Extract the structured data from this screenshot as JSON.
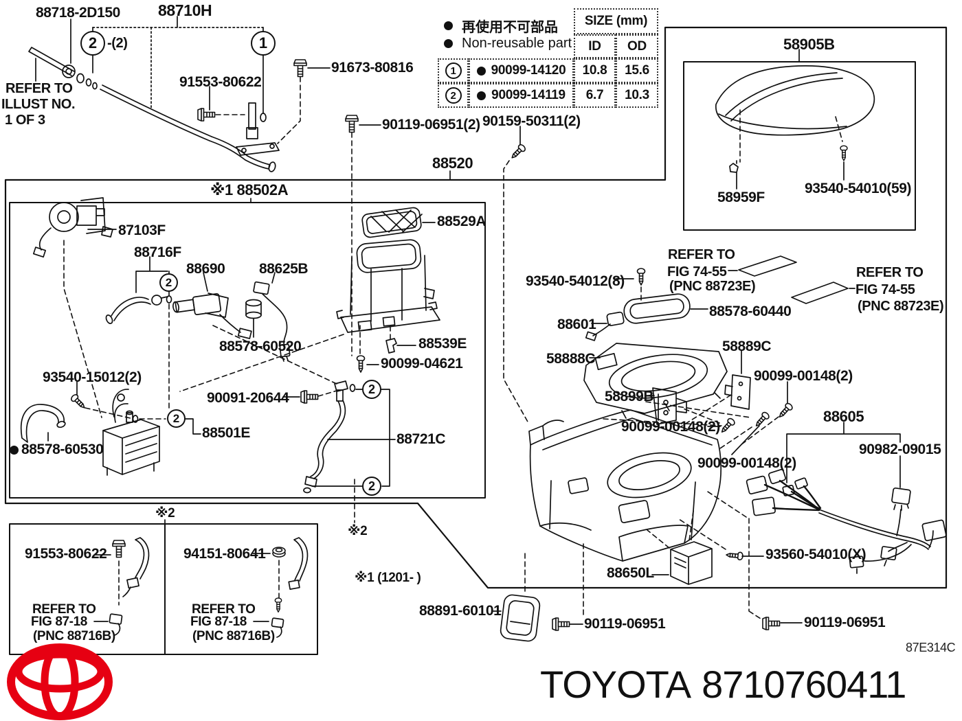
{
  "diagram": {
    "footer_brand": "TOYOTA",
    "footer_number": "8710760411",
    "code": "87E314C"
  },
  "legend": {
    "jp": "再使用不可部品",
    "en": "Non-reusable part"
  },
  "icons": {
    "non_reusable_bullet": "●"
  },
  "callouts": {
    "c1": "1",
    "c2": "2"
  },
  "size_table": {
    "title": "SIZE (mm)",
    "col_id": "ID",
    "col_od": "OD",
    "rows": [
      {
        "callout": "1",
        "part": "90099-14120",
        "id_mm": "10.8",
        "od_mm": "15.6"
      },
      {
        "callout": "2",
        "part": "90099-14119",
        "id_mm": "6.7",
        "od_mm": "10.3"
      }
    ]
  },
  "labels": {
    "l88718_2d150": "88718-2D150",
    "l88710h": "88710H",
    "refer_illust_1": "REFER TO",
    "refer_illust_2": "ILLUST NO.",
    "refer_illust_3": "1 OF 3",
    "l91553_80622": "91553-80622",
    "qty2_note": "-(2)",
    "l91673_80816": "91673-80816",
    "l90119_06951_2": "90119-06951(2)",
    "l90159_50311_2": "90159-50311(2)",
    "l88520": "88520",
    "l58905b": "58905B",
    "l58959f": "58959F",
    "l93540_54010_59": "93540-54010(59)",
    "l88502a": "※1 88502A",
    "l87103f": "87103F",
    "l88716f": "88716F",
    "l88690": "88690",
    "l88625b": "88625B",
    "l88578_60520": "88578-60520",
    "l88529a": "88529A",
    "l88539e": "88539E",
    "l90099_04621": "90099-04621",
    "l93540_15012_2": "93540-15012(2)",
    "l88578_60530": "88578-60530",
    "l88501e": "88501E",
    "l90091_20644": "90091-20644",
    "l88721c": "88721C",
    "l93540_54012_8": "93540-54012(8)",
    "refer_7455_1": "REFER TO",
    "refer_7455_2": "FIG 74-55",
    "refer_7455_3": "(PNC 88723E)",
    "l88578_60440": "88578-60440",
    "l88601": "88601",
    "l58888c": "58888C",
    "l58889c": "58889C",
    "l58899b": "58899B",
    "l90099_00148_2": "90099-00148(2)",
    "l88605": "88605",
    "l90982_09015": "90982-09015",
    "l93560_54010_x": "93560-54010(X)",
    "l90119_06951": "90119-06951",
    "l88650l": "88650L",
    "l88891_60101": "88891-60101",
    "note_x2": "※2",
    "note_x1_1201": "※1 (1201-      )",
    "l94151_80641": "94151-80641",
    "refer_8718_1": "REFER TO",
    "refer_8718_2": "FIG 87-18",
    "refer_8718_3": "(PNC 88716B)"
  }
}
